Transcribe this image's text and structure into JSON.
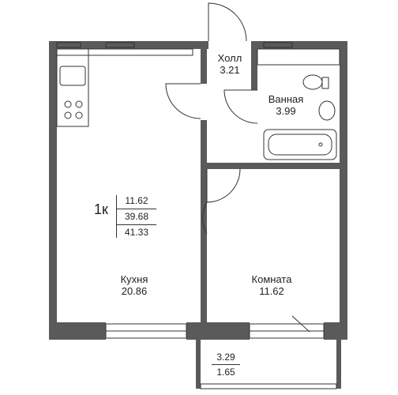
{
  "apartment": {
    "type": "1к",
    "areas": [
      "11.62",
      "39.68",
      "41.33"
    ]
  },
  "rooms": {
    "hall": {
      "name": "Холл",
      "area": "3.21"
    },
    "bath": {
      "name": "Ванная",
      "area": "3.99"
    },
    "kitchen": {
      "name": "Кухня",
      "area": "20.86"
    },
    "room": {
      "name": "Комната",
      "area": "11.62"
    }
  },
  "balcony": {
    "area_full": "3.29",
    "area_reduced": "1.65"
  },
  "colors": {
    "wall": "#5a5a5a",
    "line": "#333333",
    "background": "#ffffff"
  }
}
